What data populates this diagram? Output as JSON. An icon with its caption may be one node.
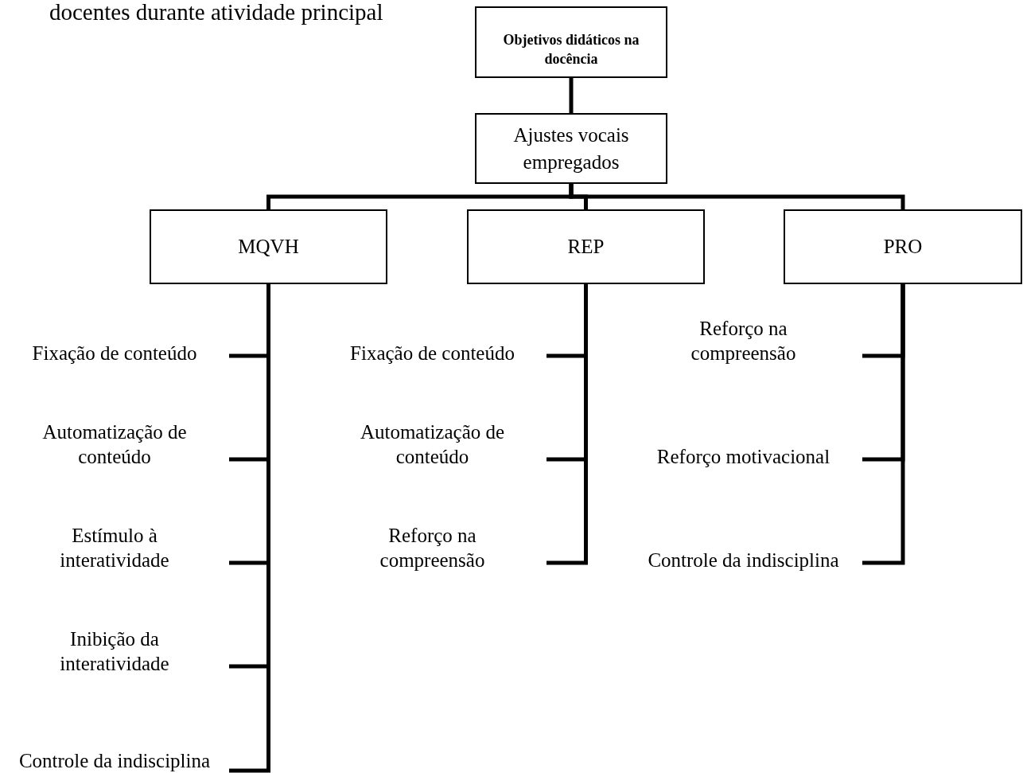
{
  "diagram": {
    "title": "docentes durante atividade principal",
    "nodes": [
      {
        "text": [
          "Objetivos didáticos na docência"
        ]
      },
      {
        "text": [
          "Ajustes vocais empregados"
        ]
      },
      {
        "text": [
          "MQVH"
        ]
      },
      {
        "text": [
          "REP"
        ]
      },
      {
        "text": [
          "PRO"
        ]
      },
      {
        "text": [
          "Fixação de conteúdo"
        ]
      },
      {
        "text": [
          "Automatização de conteúdo"
        ]
      },
      {
        "text": [
          "Estímulo à interatividade"
        ]
      },
      {
        "text": [
          "Inibição da interatividade"
        ]
      },
      {
        "text": [
          "Controle da indisciplina"
        ]
      },
      {
        "text": [
          "Fixação de conteúdo"
        ]
      },
      {
        "text": [
          "Automatização de conteúdo"
        ]
      },
      {
        "text": [
          "Reforço na compreensão"
        ]
      },
      {
        "text": [
          "Reforço na compreensão"
        ]
      },
      {
        "text": [
          "Reforço motivacional"
        ]
      },
      {
        "text": [
          "Controle da indisciplina"
        ]
      }
    ],
    "edges": [
      {
        "from": 0,
        "to": 1,
        "arrow": "none"
      },
      {
        "from": 1,
        "to": 2,
        "arrow": "none"
      },
      {
        "from": 1,
        "to": 3,
        "arrow": "none"
      },
      {
        "from": 1,
        "to": 4,
        "arrow": "none"
      },
      {
        "from": 2,
        "to": 5,
        "arrow": "none"
      },
      {
        "from": 2,
        "to": 6,
        "arrow": "none"
      },
      {
        "from": 2,
        "to": 7,
        "arrow": "none"
      },
      {
        "from": 2,
        "to": 8,
        "arrow": "none"
      },
      {
        "from": 2,
        "to": 9,
        "arrow": "none"
      },
      {
        "from": 3,
        "to": 10,
        "arrow": "none"
      },
      {
        "from": 3,
        "to": 11,
        "arrow": "none"
      },
      {
        "from": 3,
        "to": 12,
        "arrow": "none"
      },
      {
        "from": 4,
        "to": 13,
        "arrow": "none"
      },
      {
        "from": 4,
        "to": 14,
        "arrow": "none"
      },
      {
        "from": 4,
        "to": 15,
        "arrow": "none"
      }
    ]
  }
}
